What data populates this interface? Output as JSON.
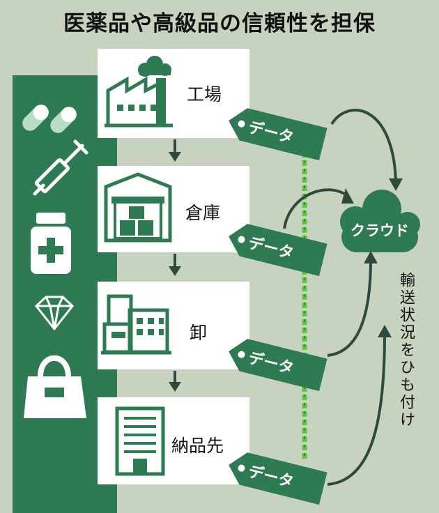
{
  "title": "医薬品や高級品の信頼性を担保",
  "stages": [
    {
      "label": "工場",
      "tag": "データ"
    },
    {
      "label": "倉庫",
      "tag": "データ"
    },
    {
      "label": "卸",
      "tag": "データ"
    },
    {
      "label": "納品先",
      "tag": "データ"
    }
  ],
  "cloud_label": "クラウド",
  "side_note": "輸送状況をひも付け",
  "colors": {
    "background": "#c7d3bf",
    "accent": "#2e7a52",
    "chain": "#5fc73a",
    "dark": "#2f4a3c"
  },
  "products": [
    "capsule-icon",
    "syringe-icon",
    "medicine-bottle-icon",
    "diamond-icon",
    "handbag-icon"
  ]
}
